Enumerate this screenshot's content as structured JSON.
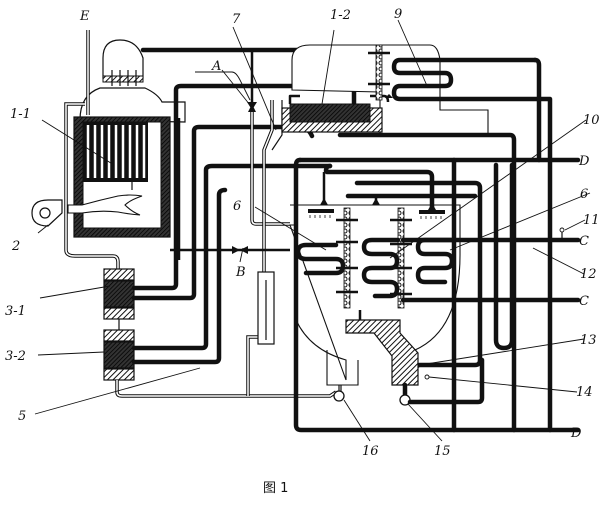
{
  "figure": {
    "caption": "图 1",
    "type": "absorption refrigeration system schematic"
  },
  "labels": {
    "E": "E",
    "l_1_1": "1-1",
    "l_1_2": "1-2",
    "l_2": "2",
    "l_3_1": "3-1",
    "l_3_2": "3-2",
    "l_5": "5",
    "l_6a": "6",
    "l_6b": "6",
    "l_7": "7",
    "l_9": "9",
    "l_10": "10",
    "l_11": "11",
    "l_12": "12",
    "l_13": "13",
    "l_14": "14",
    "l_15": "15",
    "l_16": "16",
    "A": "A",
    "B": "B",
    "C1": "C",
    "C2": "C",
    "D1": "D",
    "D2": "D"
  },
  "colors": {
    "ink": "#111111",
    "paper": "#ffffff"
  }
}
